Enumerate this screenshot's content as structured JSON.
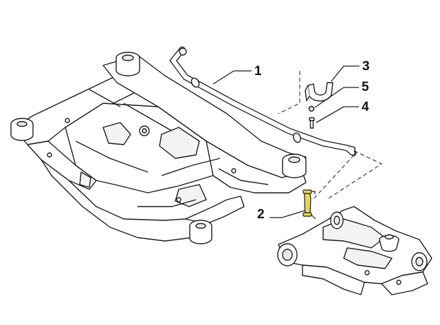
{
  "callouts": [
    {
      "id": "1",
      "text": "1"
    },
    {
      "id": "2",
      "text": "2"
    },
    {
      "id": "3",
      "text": "3"
    },
    {
      "id": "4",
      "text": "4"
    },
    {
      "id": "5",
      "text": "5"
    }
  ],
  "colors": {
    "line": "#1a1a1a",
    "fill": "#ffffff",
    "highlight": "#e4d65a"
  },
  "parts": [
    "rear-subframe",
    "stabilizer-bar",
    "bushing-bracket",
    "nut",
    "bolt",
    "stabilizer-link",
    "lower-control-arm"
  ]
}
